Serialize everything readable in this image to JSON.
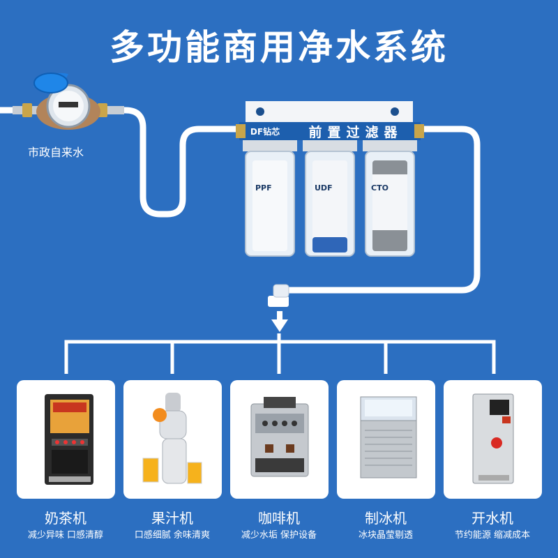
{
  "title": "多功能商用净水系统",
  "source": {
    "label": "市政自来水"
  },
  "filter": {
    "brand": "DF钻芯",
    "name": "前置过滤器",
    "cartridges": [
      "PPF",
      "UDF",
      "CTO"
    ]
  },
  "devices": [
    {
      "name": "奶茶机",
      "desc": "减少异味 口感清醇",
      "icon": "milk-tea-machine-icon"
    },
    {
      "name": "果汁机",
      "desc": "口感细腻 余味清爽",
      "icon": "juicer-icon"
    },
    {
      "name": "咖啡机",
      "desc": "减少水垢 保护设备",
      "icon": "coffee-machine-icon"
    },
    {
      "name": "制冰机",
      "desc": "冰块晶莹剔透",
      "icon": "ice-maker-icon"
    },
    {
      "name": "开水机",
      "desc": "节约能源 缩减成本",
      "icon": "water-boiler-icon"
    }
  ],
  "colors": {
    "background": "#2c6fc1",
    "pipe": "#ffffff",
    "banner": "#1d5fae"
  }
}
